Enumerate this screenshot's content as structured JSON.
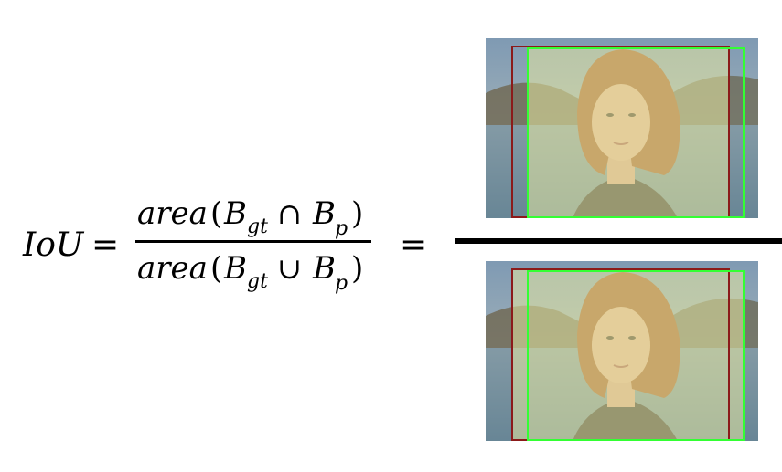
{
  "formula": {
    "lhs": "IoU",
    "equals": "=",
    "numerator": {
      "func": "area",
      "open": "(",
      "b1": "B",
      "b1_sub": "gt",
      "op": "∩",
      "b2": "B",
      "b2_sub": "p",
      "close": ")"
    },
    "denominator": {
      "func": "area",
      "open": "(",
      "b1": "B",
      "b1_sub": "gt",
      "op": "∪",
      "b2": "B",
      "b2_sub": "p",
      "close": ")"
    },
    "equals2": "="
  },
  "colors": {
    "ground_truth_box": "#8b1a1a",
    "prediction_box": "#33ff33",
    "overlay": "#e6e8a0",
    "fraction_bar": "#000000"
  }
}
